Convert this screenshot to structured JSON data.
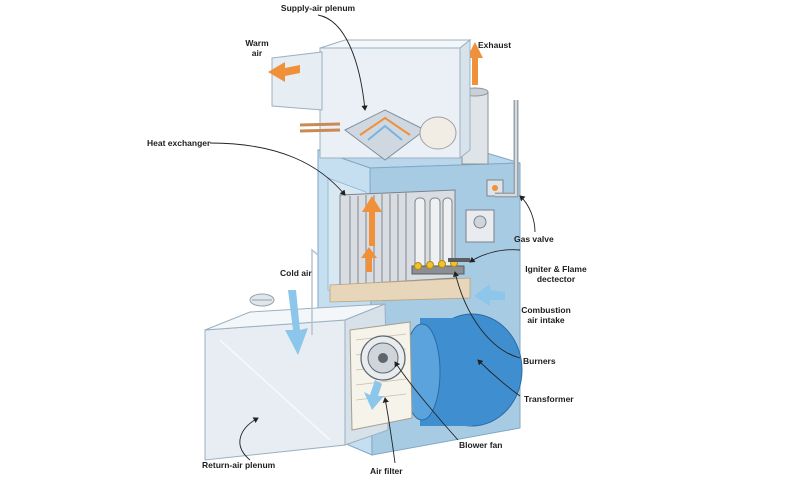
{
  "labels": {
    "supply_air_plenum": "Supply-air plenum",
    "warm_air_line1": "Warm",
    "warm_air_line2": "air",
    "exhaust": "Exhaust",
    "heat_exchanger": "Heat exchanger",
    "gas_valve": "Gas valve",
    "igniter_line1": "Igniter & Flame",
    "igniter_line2": "dectector",
    "cold_air": "Cold air",
    "combustion_line1": "Combustion",
    "combustion_line2": "air intake",
    "burners": "Burners",
    "transformer": "Transformer",
    "blower_fan": "Blower fan",
    "return_air_plenum": "Return-air plenum",
    "air_filter": "Air filter"
  },
  "colors": {
    "cabinet_front": "#c6dff0",
    "cabinet_side": "#a8cbe4",
    "sheet_metal": "#e4e9ee",
    "blower_blue": "#3f8fd0",
    "warm_arrow": "#f0913a",
    "cold_arrow": "#8cc6ea",
    "burner_flame": "#f2c12e",
    "shelf": "#e7d6ba",
    "pipe_copper": "#c98a56"
  }
}
